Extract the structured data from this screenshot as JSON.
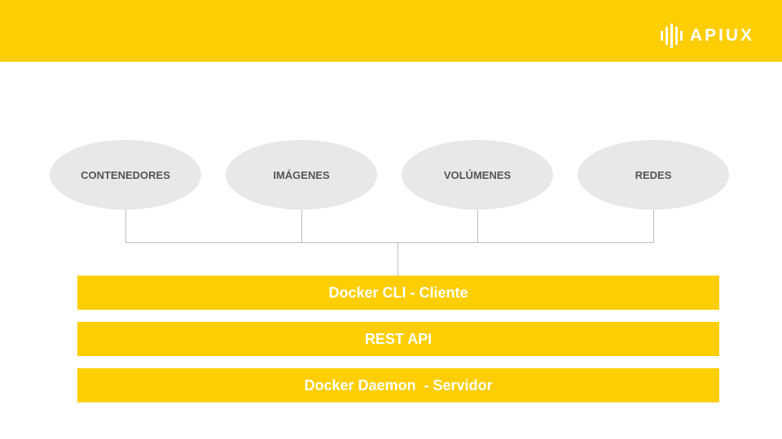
{
  "header": {
    "logo_text": "APIUX",
    "logo_icon": "apiux-bars-icon"
  },
  "diagram": {
    "nodes": [
      {
        "label": "CONTENEDORES"
      },
      {
        "label": "IMÁGENES"
      },
      {
        "label": "VOLÚMENES"
      },
      {
        "label": "REDES"
      }
    ],
    "layers": [
      {
        "label": "Docker CLI - Cliente"
      },
      {
        "label": "REST API"
      },
      {
        "label": "Docker Daemon  - Servidor"
      }
    ]
  },
  "colors": {
    "accent": "#FFCE00",
    "node_fill": "#E8E8E8",
    "node_text": "#555555",
    "connector": "#BDBDBD"
  }
}
